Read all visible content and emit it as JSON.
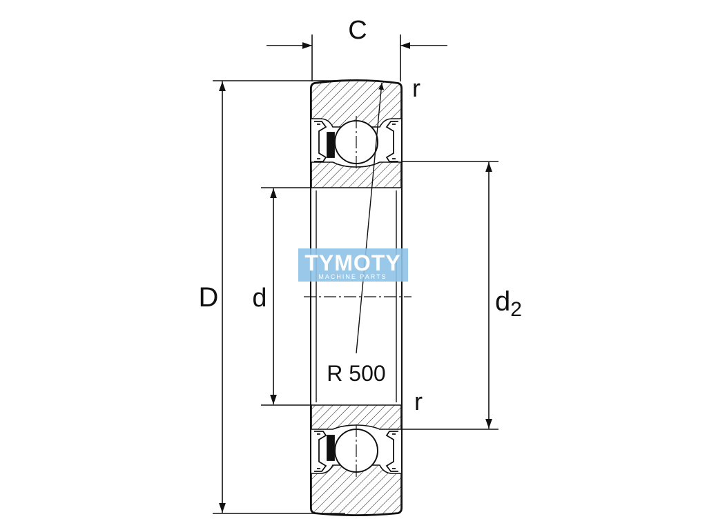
{
  "labels": {
    "width": "C",
    "outer_diameter": "D",
    "bore_diameter": "d",
    "d2_main": "d",
    "d2_sub": "2",
    "radius_top": "r",
    "radius_bottom": "r",
    "profile_radius": "R 500"
  },
  "watermark": {
    "brand": "TYMOTY",
    "tagline": "MACHINE PARTS"
  },
  "colors": {
    "line": "#111111",
    "seal": "#111111",
    "watermark_bg": "#8fc2e6",
    "watermark_text": "#ffffff"
  }
}
